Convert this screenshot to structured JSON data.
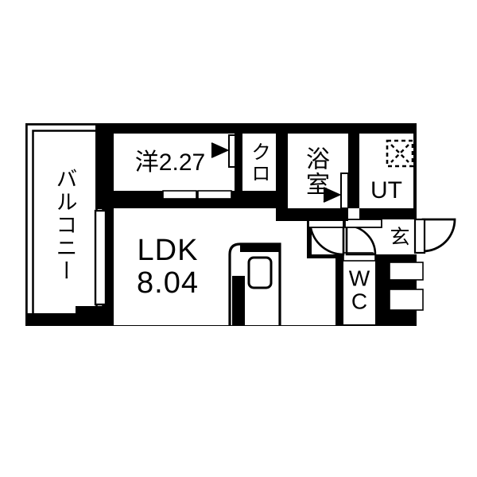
{
  "plan": {
    "type": "apartment-floor-plan",
    "orientation": "landscape",
    "background_color": "#ffffff",
    "wall_color": "#000000",
    "room_fill_color": "#ffffff",
    "rooms": [
      {
        "id": "balcony",
        "label": "バルコニー",
        "orientation": "vertical",
        "area": null
      },
      {
        "id": "bedroom",
        "label": "洋2.27",
        "orientation": "horizontal",
        "area": "2.27"
      },
      {
        "id": "closet",
        "label": "クロ",
        "orientation": "vertical",
        "area": null
      },
      {
        "id": "bathroom",
        "label": "浴室",
        "orientation": "vertical",
        "area": null
      },
      {
        "id": "utility",
        "label": "UT",
        "orientation": "horizontal",
        "area": null
      },
      {
        "id": "entrance",
        "label": "玄",
        "orientation": "horizontal",
        "area": null
      },
      {
        "id": "toilet",
        "label": "WC",
        "orientation": "stacked",
        "area": null
      },
      {
        "id": "ldk",
        "label": "LDK",
        "orientation": "horizontal",
        "area": "8.04"
      }
    ],
    "ldk": {
      "name": "LDK",
      "area": "8.04"
    },
    "fixtures": [
      {
        "id": "washer-space",
        "name": "washing-machine-space",
        "symbol": "dashed-square-with-x",
        "room": "utility"
      },
      {
        "id": "kitchen-counter",
        "name": "kitchen-sink-counter",
        "symbol": "counter-with-sink",
        "room": "ldk"
      },
      {
        "id": "shoe-cabinet",
        "name": "shoe-cabinet",
        "symbol": "two-stacked-rectangles",
        "room": "entrance"
      }
    ],
    "doors": [
      {
        "id": "bedroom-sliding-door",
        "type": "sliding",
        "arrow": "left"
      },
      {
        "id": "bathroom-sliding-door",
        "type": "sliding",
        "arrow": "left"
      },
      {
        "id": "bedroom-closet-sliding",
        "type": "sliding-panels",
        "panels": 2
      },
      {
        "id": "hall-door",
        "type": "hinged",
        "swing": "arc"
      },
      {
        "id": "toilet-door",
        "type": "hinged",
        "swing": "arc"
      },
      {
        "id": "entrance-door",
        "type": "hinged",
        "swing": "arc"
      }
    ],
    "windows": [
      {
        "id": "ldk-balcony-window",
        "type": "sliding-window"
      },
      {
        "id": "bedroom-window",
        "type": "window"
      }
    ]
  }
}
